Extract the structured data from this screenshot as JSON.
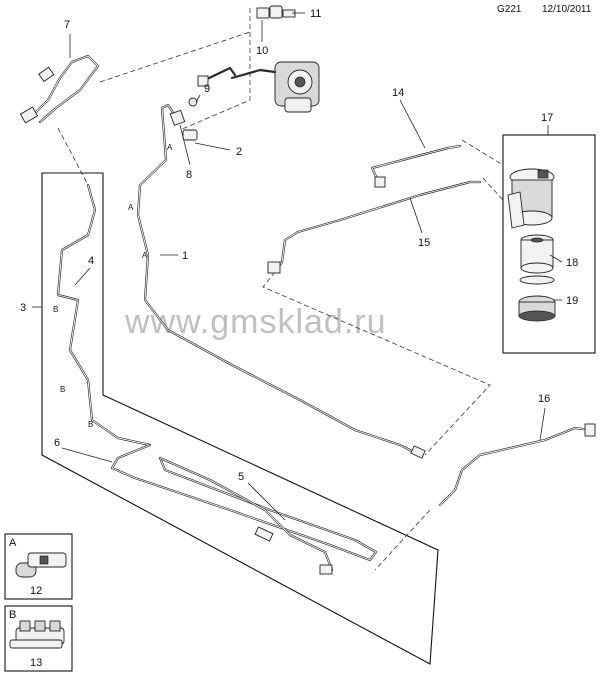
{
  "header": {
    "code": "G221",
    "date": "12/10/2011"
  },
  "watermark": "www.gmsklad.ru",
  "callouts": [
    "1",
    "2",
    "3",
    "4",
    "5",
    "6",
    "7",
    "8",
    "9",
    "10",
    "11",
    "14",
    "15",
    "16",
    "17",
    "18",
    "19"
  ],
  "letters": [
    "A",
    "A",
    "A",
    "B",
    "B",
    "B"
  ],
  "insets": [
    {
      "letter": "A",
      "number": "12"
    },
    {
      "letter": "B",
      "number": "13"
    }
  ]
}
